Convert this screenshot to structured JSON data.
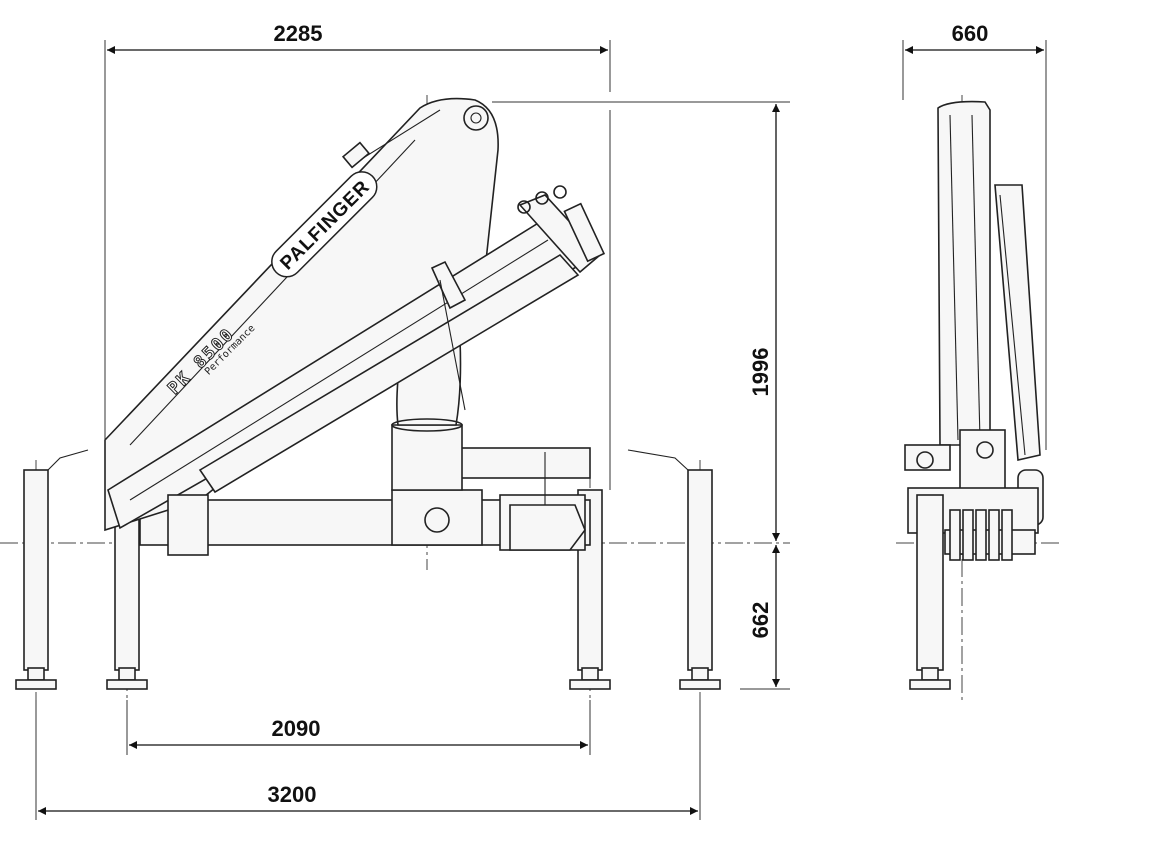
{
  "dimensions": {
    "top_width": "2285",
    "side_width": "660",
    "height_upper": "1996",
    "height_lower": "662",
    "inner_spread": "2090",
    "outer_spread": "3200"
  },
  "crane": {
    "brand": "PALFINGER",
    "model": "PK 8500",
    "variant": "Performance"
  }
}
